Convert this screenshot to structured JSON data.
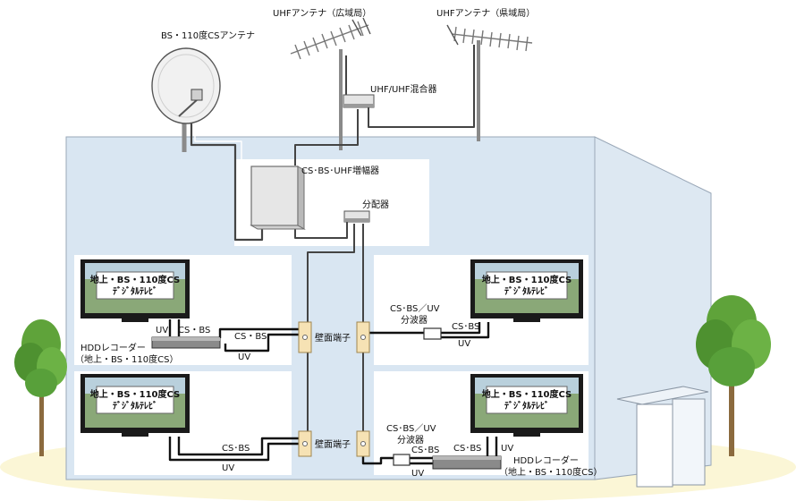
{
  "antennas": {
    "bs_cs": "BS・110度CSアンテナ",
    "uhf_wide": "UHFアンテナ（広域局）",
    "uhf_pref": "UHFアンテナ（県域局）"
  },
  "mixer": "UHF/UHF混合器",
  "amplifier": "CS･BS･UHF増幅器",
  "distributor": "分配器",
  "tv": {
    "line1": "地上・BS・110度CS",
    "line2": "ﾃﾞｼﾞﾀﾙﾃﾚﾋﾞ"
  },
  "recorder": {
    "name": "HDDレコーダー",
    "spec": "（地上・BS・110度CS）"
  },
  "wall_outlet": "壁面端子",
  "splitter": {
    "line1": "CS･BS／UV",
    "line2": "分波器"
  },
  "signals": {
    "uv": "UV",
    "cs_bs_a": "CS・BS",
    "cs_bs_b": "CS･BS"
  }
}
